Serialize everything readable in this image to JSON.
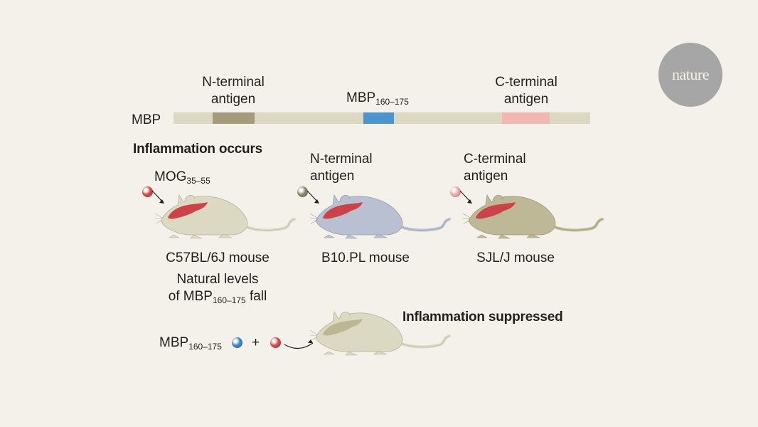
{
  "logo": {
    "text": "nature"
  },
  "protein_bar": {
    "label": "MBP",
    "segments": [
      {
        "name": "N-terminal antigen",
        "label_line1": "N-terminal",
        "label_line2": "antigen",
        "color": "#a39b7a"
      },
      {
        "name": "MBP160-175",
        "label_main": "MBP",
        "label_sub": "160–175",
        "color": "#4a95cf"
      },
      {
        "name": "C-terminal antigen",
        "label_line1": "C-terminal",
        "label_line2": "antigen",
        "color": "#f2b7b3"
      }
    ],
    "bar_color": "#dcd9c2"
  },
  "section_inflammation": {
    "heading": "Inflammation occurs",
    "mice": [
      {
        "antigen_main": "MOG",
        "antigen_sub": "35–55",
        "bead_color": "#d9484b",
        "strain": "C57BL/6J mouse",
        "body_color": "#dcd9c2",
        "note_line1": "Natural levels",
        "note_line2_pre": "of MBP",
        "note_line2_sub": "160–175",
        "note_line2_post": " fall"
      },
      {
        "antigen_line1": "N-terminal",
        "antigen_line2": "antigen",
        "bead_color": "#8d876d",
        "strain": "B10.PL mouse",
        "body_color": "#b9c0d2"
      },
      {
        "antigen_line1": "C-terminal",
        "antigen_line2": "antigen",
        "bead_color": "#f0a9a7",
        "strain": "SJL/J mouse",
        "body_color": "#bfb897"
      }
    ],
    "brain_color": "#cc4246"
  },
  "section_suppressed": {
    "heading": "Inflammation suppressed",
    "treatment_main": "MBP",
    "treatment_sub": "160–175",
    "plus": "+",
    "bead1_color": "#3d86c9",
    "bead2_color": "#d9484b",
    "body_color": "#dcd9c2",
    "brain_color": "#bcb693"
  }
}
